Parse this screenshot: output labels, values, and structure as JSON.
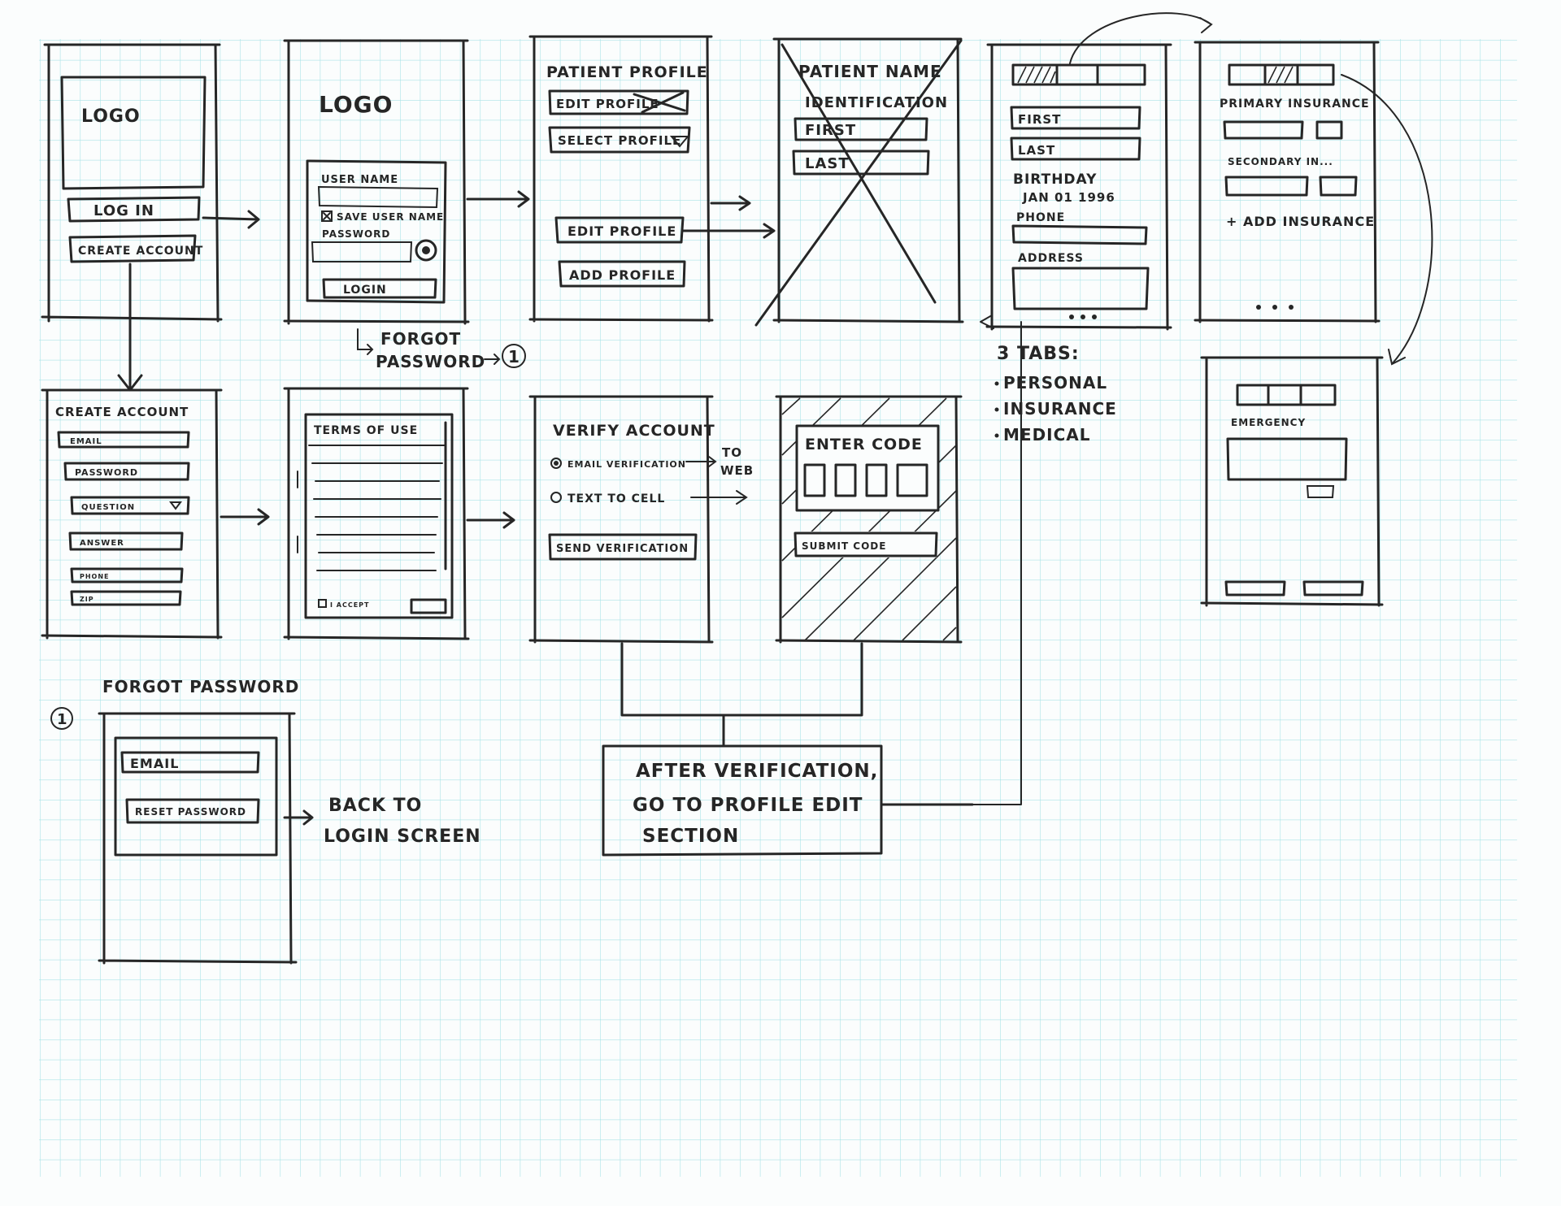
{
  "colors": {
    "paper": "#fbfdfd",
    "grid": "#a9e3e6",
    "ink": "#262626"
  },
  "screens": {
    "welcome": {
      "logo": "LOGO",
      "login_button": "LOG IN",
      "create_account_button": "CREATE ACCOUNT"
    },
    "login": {
      "logo": "LOGO",
      "username_label": "USER NAME",
      "save_username_label": "SAVE USER NAME",
      "password_label": "PASSWORD",
      "login_button": "LOGIN",
      "forgot_note_line1": "FORGOT",
      "forgot_note_line2": "PASSWORD",
      "forgot_ref": "1"
    },
    "patient_profile": {
      "title": "PATIENT PROFILE",
      "edit_profile_struck": "EDIT PROFILE",
      "select_profile": "SELECT PROFILE",
      "edit_profile": "EDIT PROFILE",
      "add_profile": "ADD PROFILE"
    },
    "patient_name": {
      "title": "PATIENT NAME",
      "identification": "IDENTIFICATION",
      "first": "FIRST",
      "last": "LAST"
    },
    "personal_tab": {
      "first": "FIRST",
      "last": "LAST",
      "birthday_label": "BIRTHDAY",
      "birthday_value": "JAN 01 1996",
      "phone": "PHONE",
      "address": "ADDRESS"
    },
    "insurance_tab": {
      "primary": "PRIMARY INSURANCE",
      "secondary": "SECONDARY IN...",
      "add_button": "+ ADD INSURANCE"
    },
    "medical_tab": {
      "label": "EMERGENCY"
    },
    "tabs_note": {
      "title": "3 TABS:",
      "items": [
        "PERSONAL",
        "INSURANCE",
        "MEDICAL"
      ]
    },
    "create_account": {
      "title": "CREATE ACCOUNT",
      "fields": [
        "EMAIL",
        "PASSWORD",
        "QUESTION",
        "ANSWER",
        "PHONE",
        "ZIP"
      ]
    },
    "terms": {
      "title": "TERMS OF USE",
      "accept": "I ACCEPT"
    },
    "verify": {
      "title": "VERIFY ACCOUNT",
      "option_email": "EMAIL VERIFICATION",
      "email_note_line1": "TO",
      "email_note_line2": "WEB",
      "option_text": "TEXT TO CELL",
      "send_button": "SEND VERIFICATION"
    },
    "enter_code": {
      "title": "ENTER CODE",
      "submit": "SUBMIT CODE"
    },
    "after_note": {
      "line1": "AFTER VERIFICATION,",
      "line2": "GO TO PROFILE EDIT",
      "line3": "SECTION"
    },
    "forgot_password": {
      "ref": "1",
      "title": "FORGOT PASSWORD",
      "email": "EMAIL",
      "reset_button": "RESET PASSWORD",
      "back_note_line1": "BACK TO",
      "back_note_line2": "LOGIN SCREEN"
    }
  }
}
